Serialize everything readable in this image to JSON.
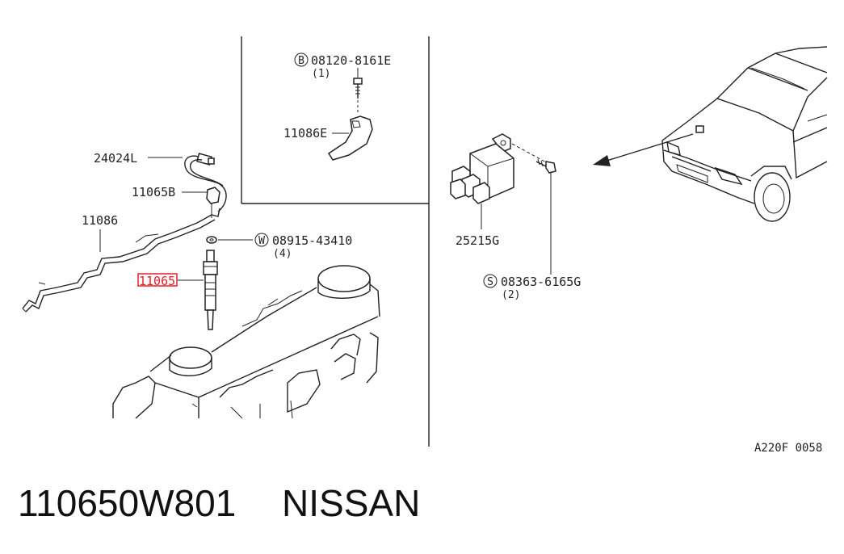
{
  "diagram": {
    "callouts": {
      "harness": "24024L",
      "connector_plate": "11065B",
      "bus_bar": "11086",
      "glow_plug": "11065",
      "bolt_b": "08120-8161E",
      "bolt_b_symbol": "B",
      "bolt_b_qty": "(1)",
      "bracket": "11086E",
      "washer": "08915-43410",
      "washer_symbol": "W",
      "washer_qty": "(4)",
      "relay": "25215G",
      "screw": "08363-6165G",
      "screw_symbol": "S",
      "screw_qty": "(2)"
    },
    "diagram_code": "A220F 0058",
    "highlight_color": "#e0202a"
  },
  "footer": {
    "part_number": "110650W801",
    "brand": "NISSAN"
  }
}
